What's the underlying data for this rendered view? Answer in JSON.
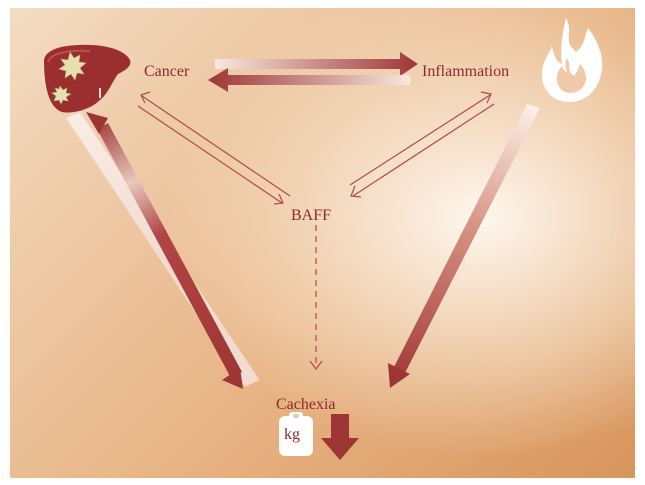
{
  "nodes": {
    "cancer": "Cancer",
    "inflammation": "Inflammation",
    "baff": "BAFF",
    "cachexia": "Cachexia"
  },
  "weight_icon": {
    "label": "kg",
    "icon": "weight-icon"
  },
  "icons": [
    "liver-icon",
    "flame-icon",
    "weight-icon",
    "down-arrow-icon"
  ],
  "colors": {
    "arrow": "#9e3535",
    "arrow_light": "#f3e4dc",
    "text": "#8e2a2a",
    "background_dark": "#d8955c",
    "background_light": "#fdf6ee"
  }
}
